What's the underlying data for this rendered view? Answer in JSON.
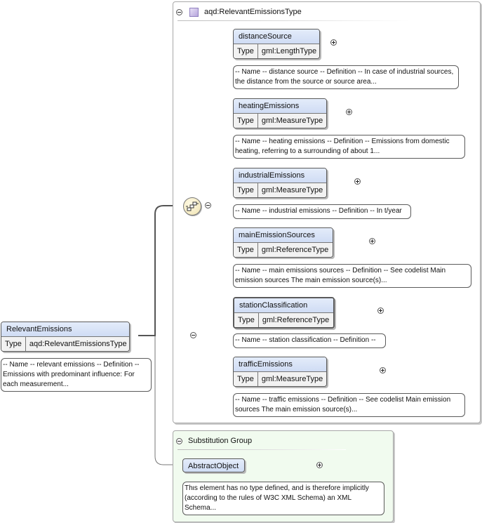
{
  "relevant_type": {
    "name": "aqd:RelevantEmissionsType",
    "children": [
      {
        "name": "distanceSource",
        "type_label": "Type",
        "type": "gml:LengthType",
        "note": "-- Name -- distance source -- Definition -- In case of industrial sources, the distance from the source or source area..."
      },
      {
        "name": "heatingEmissions",
        "type_label": "Type",
        "type": "gml:MeasureType",
        "note": "-- Name -- heating emissions -- Definition -- Emissions from domestic heating, referring to a surrounding of about 1..."
      },
      {
        "name": "industrialEmissions",
        "type_label": "Type",
        "type": "gml:MeasureType",
        "note": "-- Name -- industrial emissions -- Definition -- In t/year"
      },
      {
        "name": "mainEmissionSources",
        "type_label": "Type",
        "type": "gml:ReferenceType",
        "note": "-- Name -- main emissions sources -- Definition -- See codelist Main emission sources The main emission source(s)..."
      },
      {
        "name": "stationClassification",
        "type_label": "Type",
        "type": "gml:ReferenceType",
        "note": "-- Name -- station classification -- Definition --"
      },
      {
        "name": "trafficEmissions",
        "type_label": "Type",
        "type": "gml:MeasureType",
        "note": "-- Name -- traffic emissions -- Definition -- See codelist Main emission sources The main emission source(s)..."
      }
    ]
  },
  "root": {
    "name": "RelevantEmissions",
    "type_label": "Type",
    "type": "aqd:RelevantEmissionsType",
    "note": "-- Name -- relevant emissions -- Definition -- Emissions with predominant influence: For each measurement..."
  },
  "substitution_group": {
    "title": "Substitution Group",
    "element": "AbstractObject",
    "note": "This element has no type defined, and is therefore implicitly (according to the rules of W3C XML Schema) an XML Schema..."
  }
}
